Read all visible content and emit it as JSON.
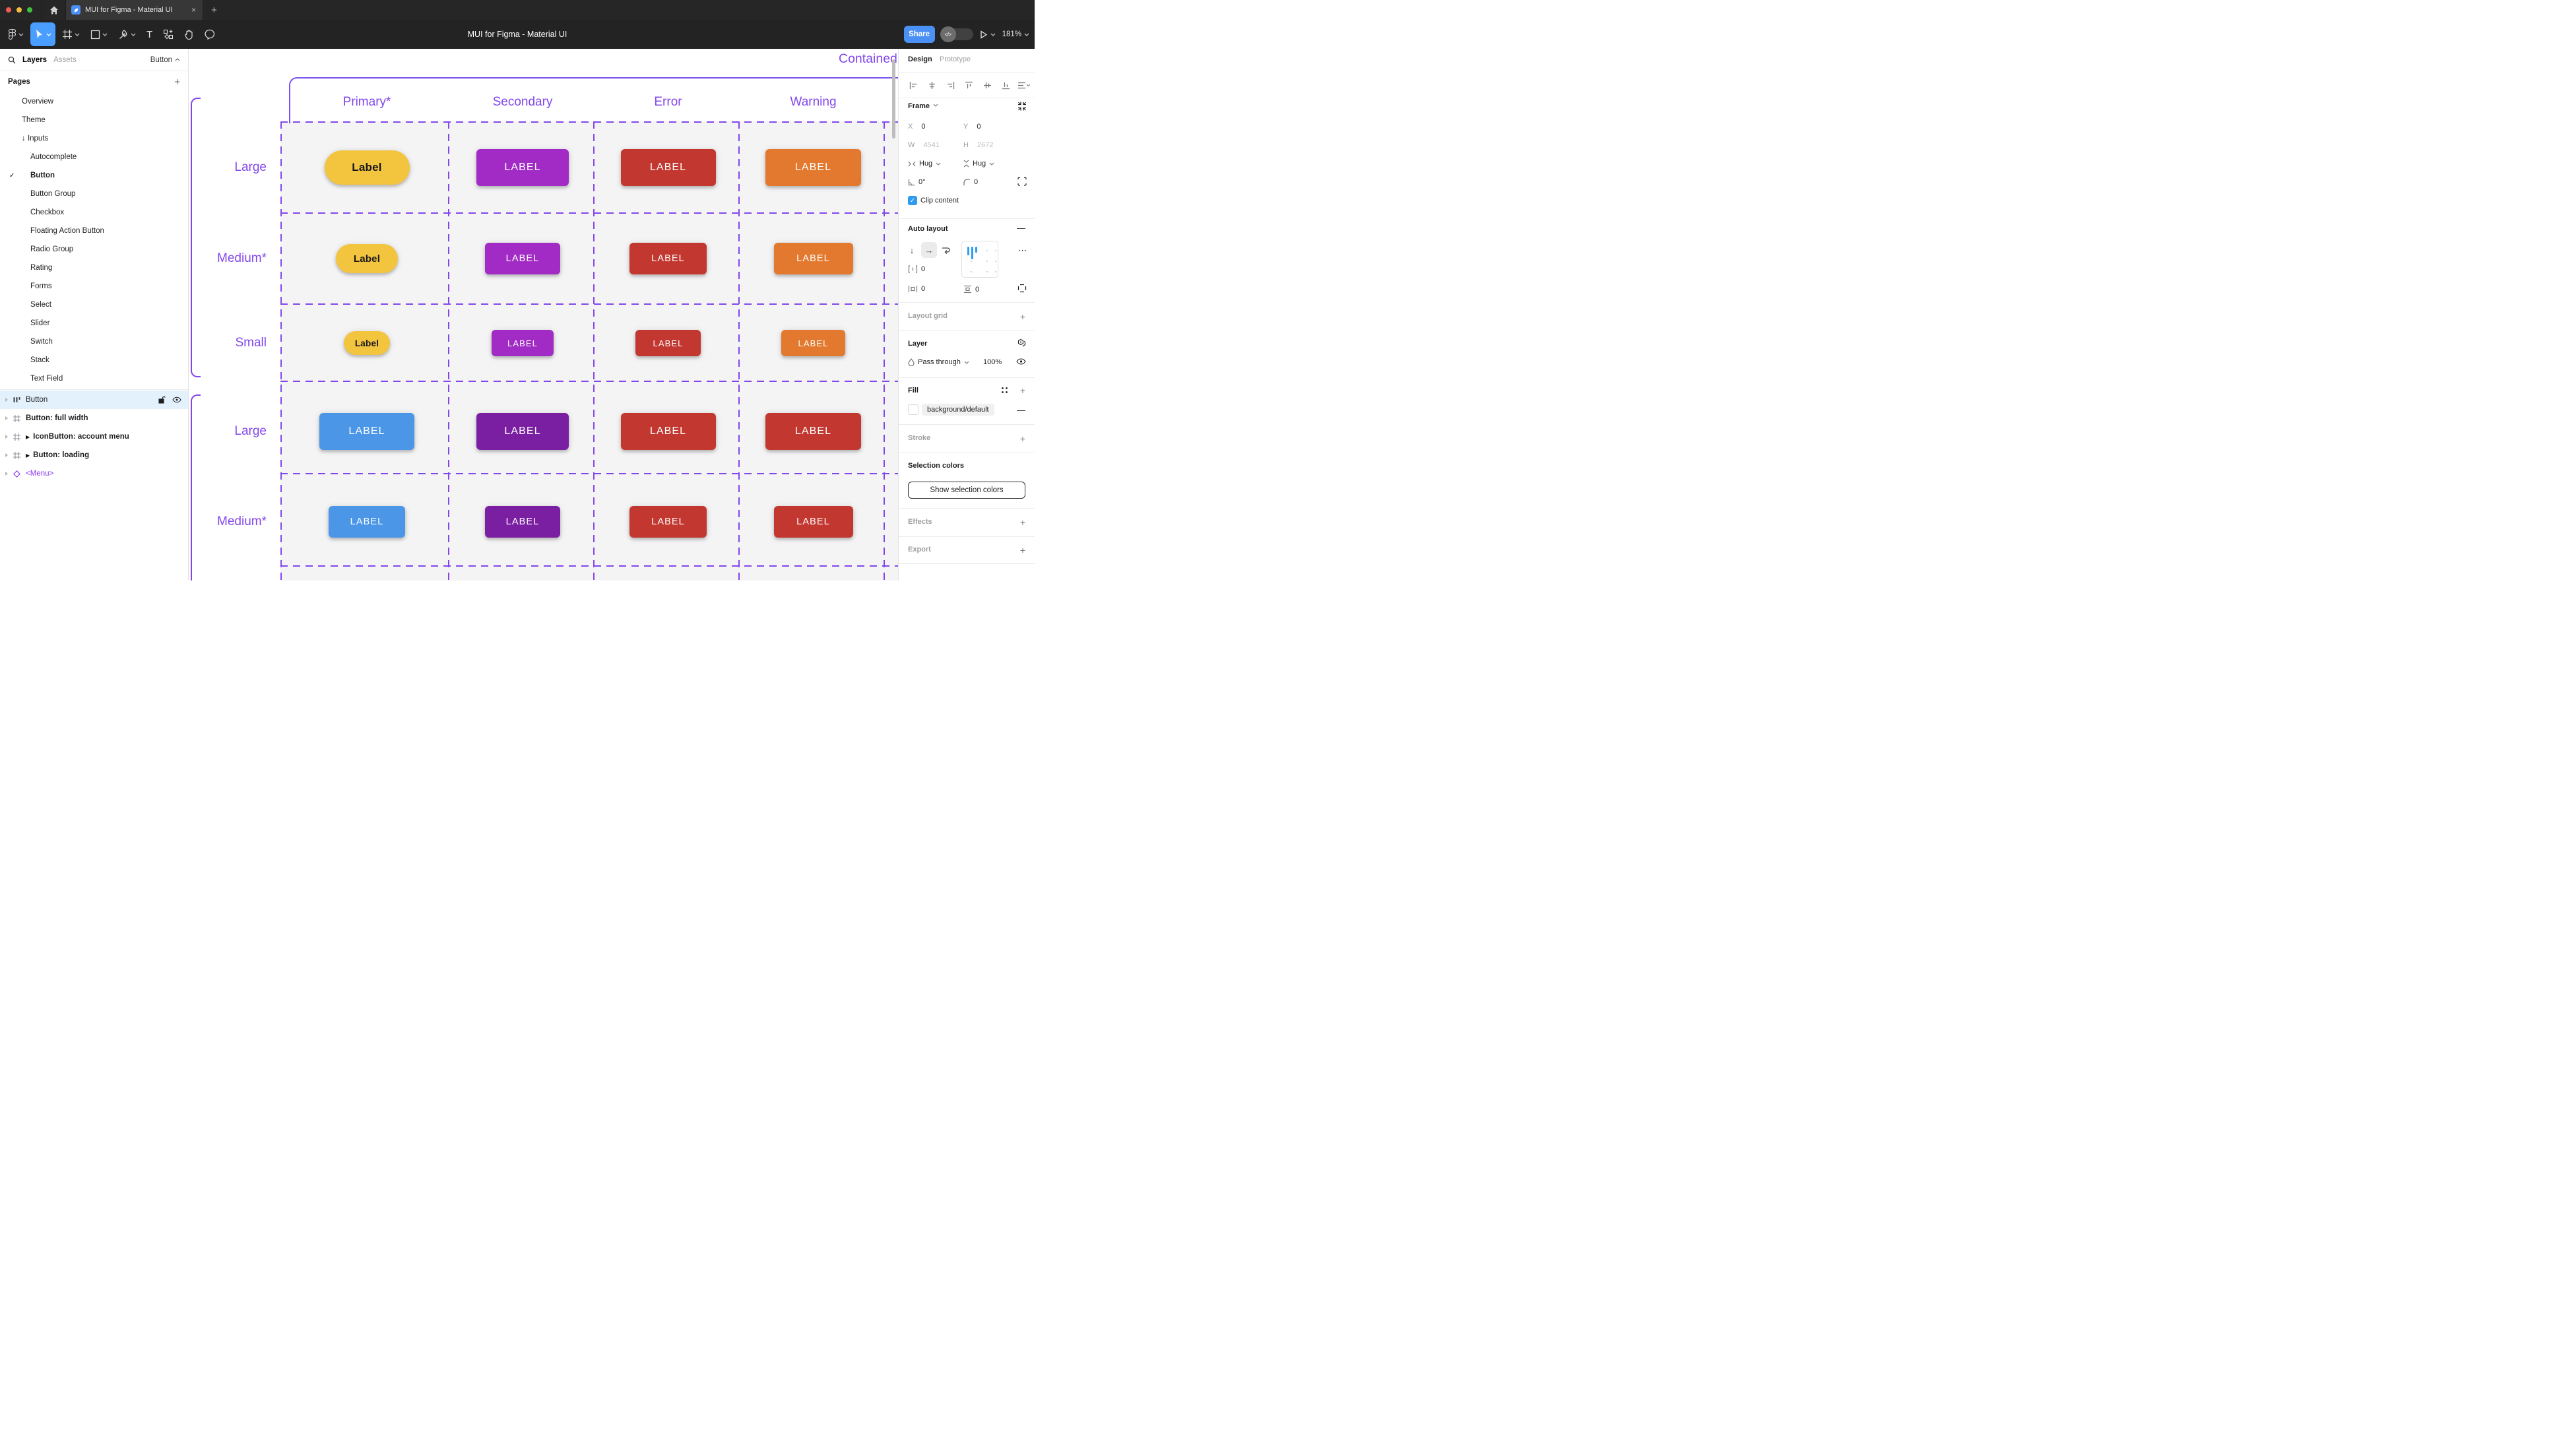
{
  "window": {
    "tab_title": "MUI for Figma - Material UI",
    "close_label": "×",
    "new_tab_label": "+"
  },
  "toolbar": {
    "title": "MUI for Figma - Material UI",
    "share_label": "Share",
    "dev_toggle_label": "</>",
    "zoom_value": "181%"
  },
  "sidebar": {
    "tab_layers": "Layers",
    "tab_assets": "Assets",
    "page_selector": "Button",
    "pages_title": "Pages",
    "pages_add_label": "+",
    "pages": [
      {
        "label": "Overview",
        "level": 1
      },
      {
        "label": "Theme",
        "level": 1
      },
      {
        "label": "Inputs",
        "level": 1,
        "prefix": "↓"
      },
      {
        "label": "Autocomplete",
        "level": 2
      },
      {
        "label": "Button",
        "level": 2,
        "checked": true,
        "active": true
      },
      {
        "label": "Button Group",
        "level": 2
      },
      {
        "label": "Checkbox",
        "level": 2
      },
      {
        "label": "Floating Action Button",
        "level": 2
      },
      {
        "label": "Radio Group",
        "level": 2
      },
      {
        "label": "Rating",
        "level": 2
      },
      {
        "label": "Forms",
        "level": 2
      },
      {
        "label": "Select",
        "level": 2
      },
      {
        "label": "Slider",
        "level": 2
      },
      {
        "label": "Switch",
        "level": 2
      },
      {
        "label": "Stack",
        "level": 2
      },
      {
        "label": "Text Field",
        "level": 2
      }
    ],
    "layers": [
      {
        "label": "Button",
        "icon": "auto-layout",
        "selected": true
      },
      {
        "label": "Button: full width",
        "icon": "frame",
        "bold": true
      },
      {
        "label": "IconButton: account menu",
        "icon": "frame",
        "bold": true,
        "play": true
      },
      {
        "label": "Button: loading",
        "icon": "frame",
        "bold": true,
        "play": true
      },
      {
        "label": "<Menu>",
        "icon": "instance",
        "purple": true
      }
    ]
  },
  "canvas": {
    "frame_title": "Contained",
    "purple": "#8247EB",
    "columns": [
      "Primary*",
      "Secondary",
      "Error",
      "Warning"
    ],
    "rows": [
      {
        "label": "Large",
        "buttons": [
          {
            "text": "Label",
            "fill": "#F3C43E",
            "text_color": "#17171B",
            "pill": true,
            "w": 129,
            "h": 52,
            "fs": 17
          },
          {
            "text": "LABEL",
            "fill": "#A12BC4",
            "text_color": "#FFFFFF",
            "w": 140,
            "h": 56,
            "fs": 16
          },
          {
            "text": "LABEL",
            "fill": "#C23830",
            "text_color": "#FFFFFF",
            "w": 144,
            "h": 56,
            "fs": 16
          },
          {
            "text": "LABEL",
            "fill": "#E2792E",
            "text_color": "#FFFFFF",
            "w": 145,
            "h": 56,
            "fs": 16
          }
        ]
      },
      {
        "label": "Medium*",
        "buttons": [
          {
            "text": "Label",
            "fill": "#F3C43E",
            "text_color": "#17171B",
            "pill": true,
            "w": 94,
            "h": 44,
            "fs": 15
          },
          {
            "text": "LABEL",
            "fill": "#A12BC4",
            "text_color": "#FFFFFF",
            "w": 114,
            "h": 48,
            "fs": 14.5
          },
          {
            "text": "LABEL",
            "fill": "#C23830",
            "text_color": "#FFFFFF",
            "w": 117,
            "h": 48,
            "fs": 14.5
          },
          {
            "text": "LABEL",
            "fill": "#E2792E",
            "text_color": "#FFFFFF",
            "w": 120,
            "h": 48,
            "fs": 14.5
          }
        ]
      },
      {
        "label": "Small",
        "buttons": [
          {
            "text": "Label",
            "fill": "#F3C43E",
            "text_color": "#17171B",
            "pill": true,
            "w": 70,
            "h": 36,
            "fs": 13.5
          },
          {
            "text": "LABEL",
            "fill": "#A12BC4",
            "text_color": "#FFFFFF",
            "w": 94,
            "h": 40,
            "fs": 13
          },
          {
            "text": "LABEL",
            "fill": "#C23830",
            "text_color": "#FFFFFF",
            "w": 99,
            "h": 40,
            "fs": 13
          },
          {
            "text": "LABEL",
            "fill": "#E2792E",
            "text_color": "#FFFFFF",
            "w": 97,
            "h": 40,
            "fs": 13
          }
        ]
      },
      {
        "label": "Large",
        "buttons": [
          {
            "text": "LABEL",
            "fill": "#4C96E8",
            "text_color": "#FFFFFF",
            "w": 144,
            "h": 56,
            "fs": 16
          },
          {
            "text": "LABEL",
            "fill": "#7B1FA2",
            "text_color": "#FFFFFF",
            "w": 140,
            "h": 56,
            "fs": 16
          },
          {
            "text": "LABEL",
            "fill": "#C23830",
            "text_color": "#FFFFFF",
            "w": 144,
            "h": 56,
            "fs": 16
          },
          {
            "text": "LABEL",
            "fill": "#C23830",
            "text_color": "#FFFFFF",
            "w": 145,
            "h": 56,
            "fs": 16
          }
        ]
      },
      {
        "label": "Medium*",
        "buttons": [
          {
            "text": "LABEL",
            "fill": "#4C96E8",
            "text_color": "#FFFFFF",
            "w": 116,
            "h": 48,
            "fs": 14.5
          },
          {
            "text": "LABEL",
            "fill": "#7B1FA2",
            "text_color": "#FFFFFF",
            "w": 114,
            "h": 48,
            "fs": 14.5
          },
          {
            "text": "LABEL",
            "fill": "#C23830",
            "text_color": "#FFFFFF",
            "w": 117,
            "h": 48,
            "fs": 14.5
          },
          {
            "text": "LABEL",
            "fill": "#C23830",
            "text_color": "#FFFFFF",
            "w": 120,
            "h": 48,
            "fs": 14.5
          }
        ]
      }
    ]
  },
  "panel": {
    "tab_design": "Design",
    "tab_prototype": "Prototype",
    "frame": {
      "title": "Frame",
      "x_label": "X",
      "x_value": "0",
      "y_label": "Y",
      "y_value": "0",
      "w_label": "W",
      "w_value": "4541",
      "h_label": "H",
      "h_value": "2672",
      "h_sizing": "Hug",
      "v_sizing": "Hug",
      "rotation": "0°",
      "corner_radius": "0",
      "clip_label": "Clip content"
    },
    "auto_layout": {
      "title": "Auto layout",
      "gap_value": "0",
      "padding_h_value": "0",
      "padding_v_value": "0",
      "remove_label": "—",
      "more_label": "⋯",
      "down_arrow": "↓",
      "right_arrow": "→"
    },
    "layout_grid_title": "Layout grid",
    "layer": {
      "title": "Layer",
      "blend_mode": "Pass through",
      "opacity": "100%"
    },
    "fill": {
      "title": "Fill",
      "token": "background/default",
      "remove_label": "—"
    },
    "stroke_title": "Stroke",
    "selection": {
      "title": "Selection colors",
      "button_label": "Show selection colors"
    },
    "effects_title": "Effects",
    "export_title": "Export",
    "add_label": "+"
  }
}
